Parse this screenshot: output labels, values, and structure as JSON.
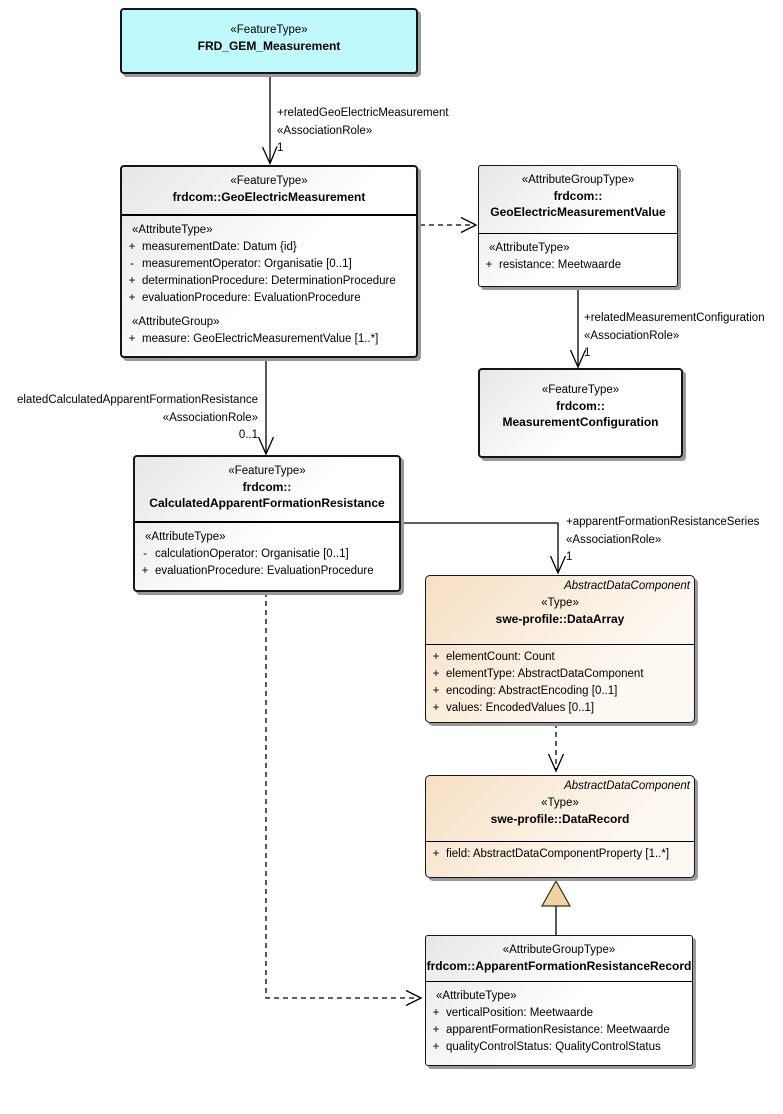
{
  "boxes": {
    "frd_gem": {
      "stereotype": "«FeatureType»",
      "name": "FRD_GEM_Measurement"
    },
    "gem": {
      "stereotype": "«FeatureType»",
      "name": "frdcom::GeoElectricMeasurement",
      "attr_type_label": "«AttributeType»",
      "attrs": [
        {
          "prefix": "+",
          "text": "measurementDate: Datum {id}"
        },
        {
          "prefix": "-",
          "text": "measurementOperator: Organisatie [0..1]"
        },
        {
          "prefix": "+",
          "text": "determinationProcedure: DeterminationProcedure"
        },
        {
          "prefix": "+",
          "text": "evaluationProcedure: EvaluationProcedure"
        }
      ],
      "attr_group_label": "«AttributeGroup»",
      "group_attrs": [
        {
          "prefix": "+",
          "text": "measure: GeoElectricMeasurementValue [1..*]"
        }
      ]
    },
    "gmv": {
      "stereotype": "«AttributeGroupType»",
      "name_line1": "frdcom::",
      "name_line2": "GeoElectricMeasurementValue",
      "attr_type_label": "«AttributeType»",
      "attrs": [
        {
          "prefix": "+",
          "text": "resistance: Meetwaarde"
        }
      ]
    },
    "mc": {
      "stereotype": "«FeatureType»",
      "name_line1": "frdcom::",
      "name_line2": "MeasurementConfiguration"
    },
    "cafr": {
      "stereotype": "«FeatureType»",
      "name_line1": "frdcom::",
      "name_line2": "CalculatedApparentFormationResistance",
      "attr_type_label": "«AttributeType»",
      "attrs": [
        {
          "prefix": "-",
          "text": "calculationOperator: Organisatie [0..1]"
        },
        {
          "prefix": "+",
          "text": "evaluationProcedure: EvaluationProcedure"
        }
      ]
    },
    "data_array": {
      "parent": "AbstractDataComponent",
      "stereotype": "«Type»",
      "name": "swe-profile::DataArray",
      "attrs": [
        {
          "prefix": "+",
          "text": "elementCount: Count"
        },
        {
          "prefix": "+",
          "text": "elementType: AbstractDataComponent"
        },
        {
          "prefix": "+",
          "text": "encoding: AbstractEncoding [0..1]"
        },
        {
          "prefix": "+",
          "text": "values: EncodedValues [0..1]"
        }
      ]
    },
    "data_record": {
      "parent": "AbstractDataComponent",
      "stereotype": "«Type»",
      "name": "swe-profile::DataRecord",
      "attrs": [
        {
          "prefix": "+",
          "text": "field: AbstractDataComponentProperty [1..*]"
        }
      ]
    },
    "afrr": {
      "stereotype": "«AttributeGroupType»",
      "name": "frdcom::ApparentFormationResistanceRecord",
      "attr_type_label": "«AttributeType»",
      "attrs": [
        {
          "prefix": "+",
          "text": "verticalPosition: Meetwaarde"
        },
        {
          "prefix": "+",
          "text": "apparentFormationResistance: Meetwaarde"
        },
        {
          "prefix": "+",
          "text": "qualityControlStatus: QualityControlStatus"
        }
      ]
    }
  },
  "labels": {
    "rel_gem": {
      "role": "+relatedGeoElectricMeasurement",
      "stereotype": "«AssociationRole»",
      "mult": "1"
    },
    "rel_mc": {
      "role": "+relatedMeasurementConfiguration",
      "stereotype": "«AssociationRole»",
      "mult": "1"
    },
    "rel_cafr": {
      "role": "elatedCalculatedApparentFormationResistance",
      "stereotype": "«AssociationRole»",
      "mult": "0..1"
    },
    "afr_series": {
      "role": "+apparentFormationResistanceSeries",
      "stereotype": "«AssociationRole»",
      "mult": "1"
    }
  },
  "colors": {
    "feature_type_fill": "#c0f9fb",
    "swe_type_fill": "#f6dfc3",
    "generalization_arrow_fill": "#efd3a6",
    "line": "#000000"
  }
}
